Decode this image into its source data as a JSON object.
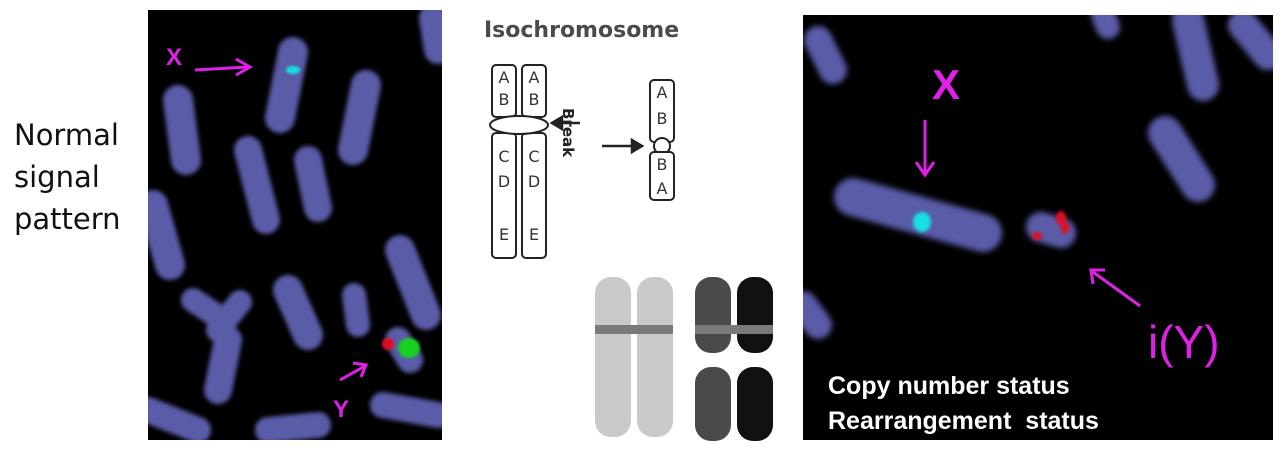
{
  "caption": [
    "Normal",
    "signal",
    "pattern"
  ],
  "left_panel": {
    "x_label": "X",
    "y_label": "Y"
  },
  "diagram": {
    "title": "Isochromosome",
    "break_label": "Break",
    "chromatid_top": [
      "A",
      "B"
    ],
    "chromatid_bottom": [
      "C",
      "D",
      "E"
    ],
    "iso_letters": [
      "A",
      "B",
      "B",
      "A"
    ]
  },
  "right_panel": {
    "x_label": "X",
    "iy_label": "i(Y)",
    "status_lines": [
      "Copy number status",
      "Rearrangement  status"
    ]
  },
  "colors": {
    "background": "#000000",
    "chromosome": "#5a5ca8",
    "label_magenta": "#e020e8",
    "signal_cyan": "#19e0e0",
    "signal_red": "#e01020",
    "signal_green": "#18d020"
  }
}
